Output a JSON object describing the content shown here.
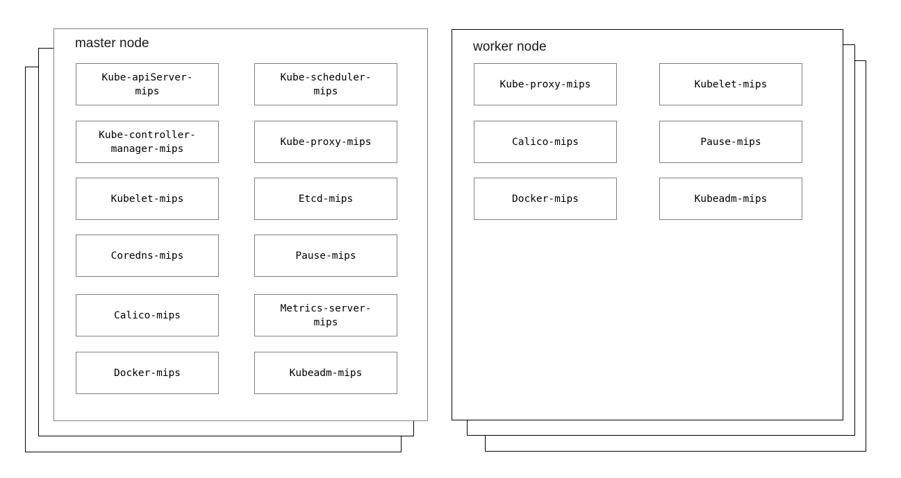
{
  "diagram": {
    "type": "kubernetes-cluster-node-diagram",
    "background_color": "#ffffff",
    "colors": {
      "card_border_gray": "#808080",
      "card_border_black": "#000000",
      "component_border": "#808080",
      "text": "#000000",
      "title_text": "#1a1a1a"
    },
    "nodes": [
      {
        "id": "master-node",
        "title": "master node",
        "stack_direction": "down-left",
        "front_border_color": "#808080",
        "stack_layers": 2,
        "columns": [
          {
            "id": "master-left-column",
            "components": [
              {
                "label": "Kube-apiServer-\nmips"
              },
              {
                "label": "Kube-controller-\nmanager-mips"
              },
              {
                "label": "Kubelet-mips"
              },
              {
                "label": "Coredns-mips"
              },
              {
                "label": "Calico-mips"
              },
              {
                "label": "Docker-mips"
              }
            ]
          },
          {
            "id": "master-right-column",
            "components": [
              {
                "label": "Kube-scheduler-\nmips"
              },
              {
                "label": "Kube-proxy-mips"
              },
              {
                "label": "Etcd-mips"
              },
              {
                "label": "Pause-mips"
              },
              {
                "label": "Metrics-server-\nmips"
              },
              {
                "label": "Kubeadm-mips"
              }
            ]
          }
        ]
      },
      {
        "id": "worker-node",
        "title": "worker node",
        "stack_direction": "down-right",
        "front_border_color": "#000000",
        "stack_layers": 2,
        "columns": [
          {
            "id": "worker-left-column",
            "components": [
              {
                "label": "Kube-proxy-mips"
              },
              {
                "label": "Calico-mips"
              },
              {
                "label": "Docker-mips"
              }
            ]
          },
          {
            "id": "worker-right-column",
            "components": [
              {
                "label": "Kubelet-mips"
              },
              {
                "label": "Pause-mips"
              },
              {
                "label": "Kubeadm-mips"
              }
            ]
          }
        ]
      }
    ]
  }
}
